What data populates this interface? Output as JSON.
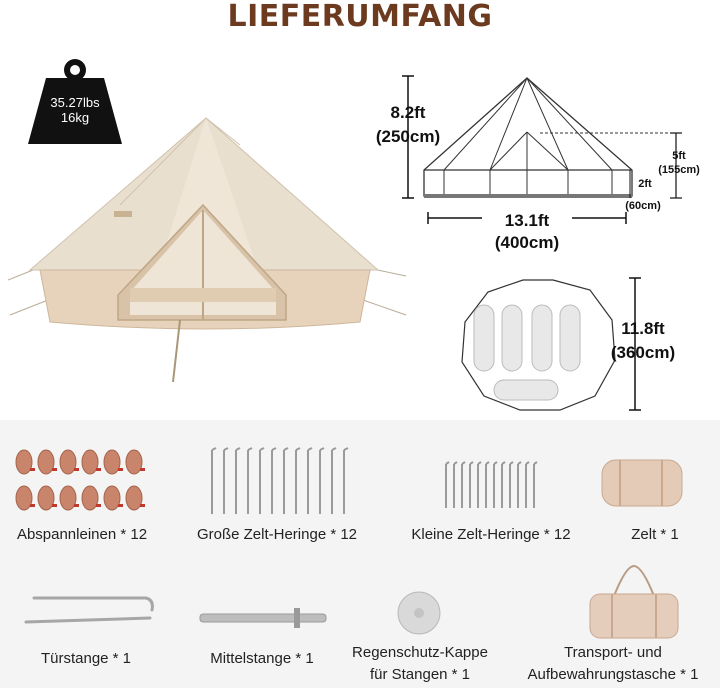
{
  "title": "LIEFERUMFANG",
  "weight": {
    "lbs": "35.27lbs",
    "kg": "16kg"
  },
  "dimensions": {
    "height_ft": "8.2ft",
    "height_cm": "(250cm)",
    "wall_ft": "5ft",
    "wall_cm": "(155cm)",
    "door_ft": "2ft",
    "door_cm": "(60cm)",
    "width_ft": "13.1ft",
    "width_cm": "(400cm)",
    "floor_ft": "11.8ft",
    "floor_cm": "(360cm)"
  },
  "items": [
    {
      "label": "Abspannleinen * 12"
    },
    {
      "label": "Große Zelt-Heringe * 12"
    },
    {
      "label": "Kleine Zelt-Heringe * 12"
    },
    {
      "label": "Zelt * 1"
    },
    {
      "label": "Türstange * 1"
    },
    {
      "label": "Mittelstange * 1"
    },
    {
      "label_line1": "Regenschutz-Kappe",
      "label_line2": "für Stangen * 1"
    },
    {
      "label_line1": "Transport- und",
      "label_line2": "Aufbewahrungstasche * 1"
    }
  ],
  "colors": {
    "title": "#6b3a1f",
    "canvas": "#e8dcc9",
    "panel": "#f4f4f4"
  }
}
